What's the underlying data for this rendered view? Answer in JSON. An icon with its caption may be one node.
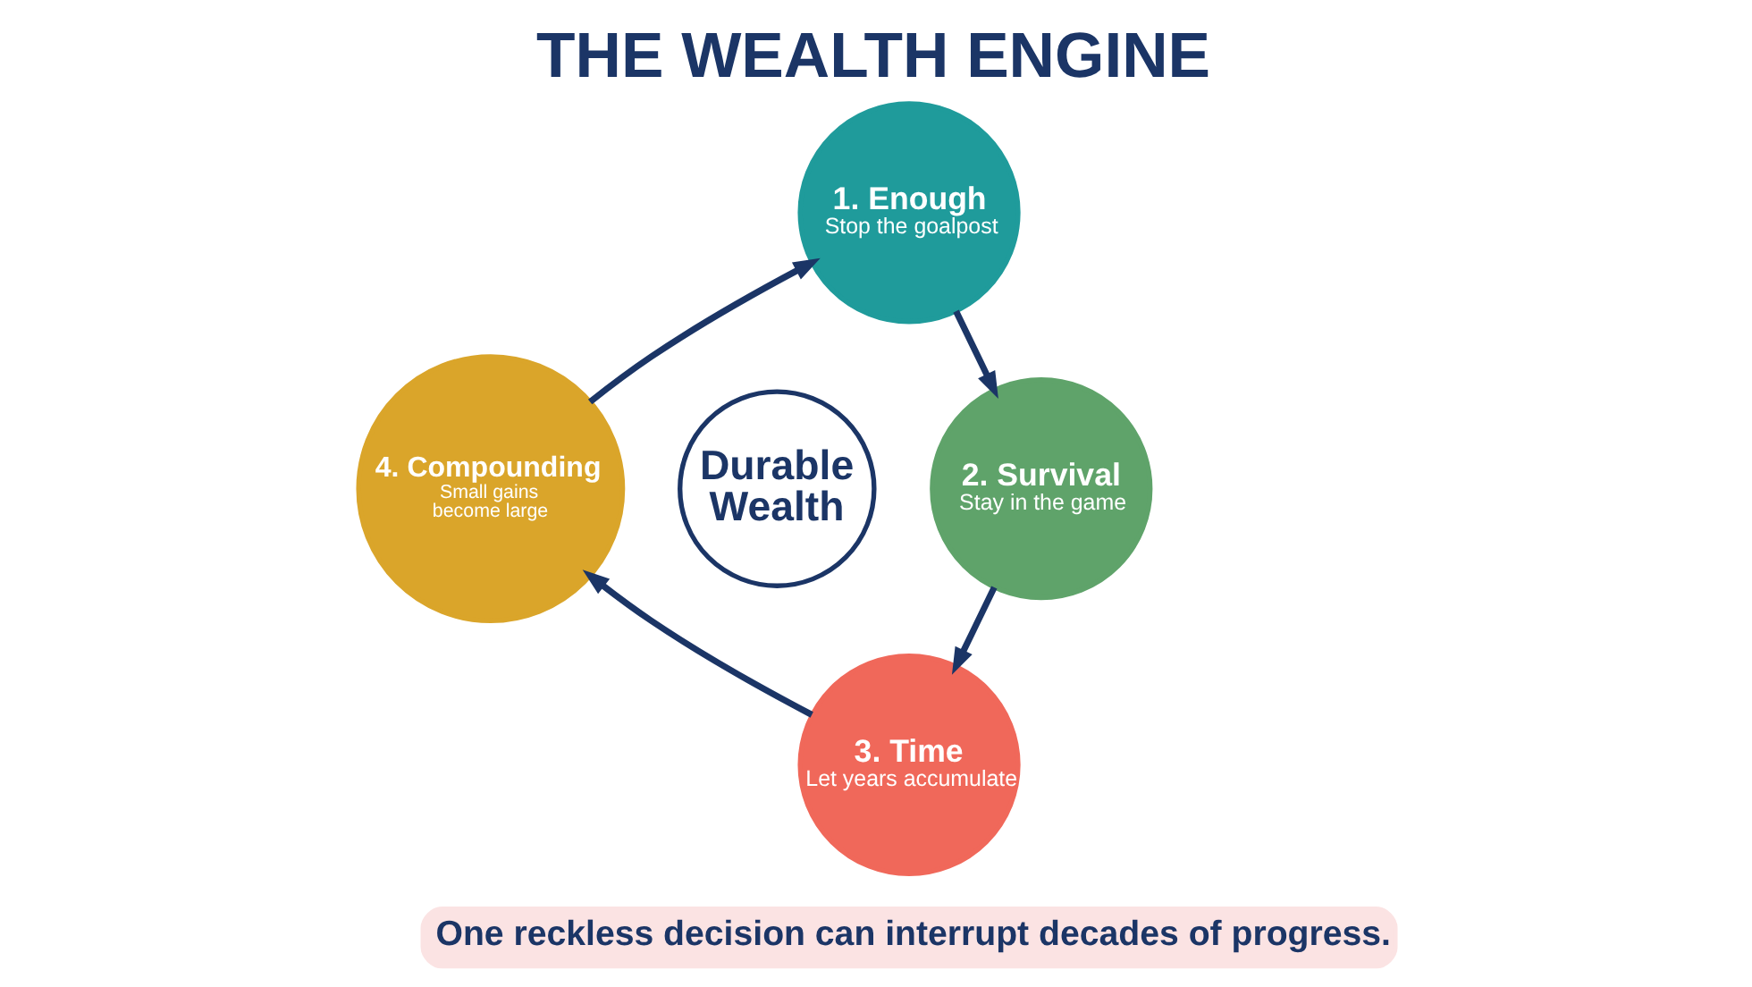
{
  "diagram": {
    "title": "THE WEALTH ENGINE",
    "nodes": [
      {
        "text": [
          "Durable Wealth"
        ]
      },
      {
        "text": [
          "1. Enough",
          "Stop the goalpost"
        ]
      },
      {
        "text": [
          "2. Survival",
          "Stay in the game"
        ]
      },
      {
        "text": [
          "3. Time",
          "Let years accumulate"
        ]
      },
      {
        "text": [
          "4. Compounding",
          "Small gains become large"
        ]
      },
      {
        "text": [
          "One reckless decision can interrupt decades of progress."
        ]
      }
    ],
    "edges": [
      {
        "from": 1,
        "to": 2,
        "arrow": "to"
      },
      {
        "from": 2,
        "to": 3,
        "arrow": "to"
      },
      {
        "from": 3,
        "to": 4,
        "arrow": "to"
      },
      {
        "from": 4,
        "to": 1,
        "arrow": "to"
      }
    ]
  }
}
